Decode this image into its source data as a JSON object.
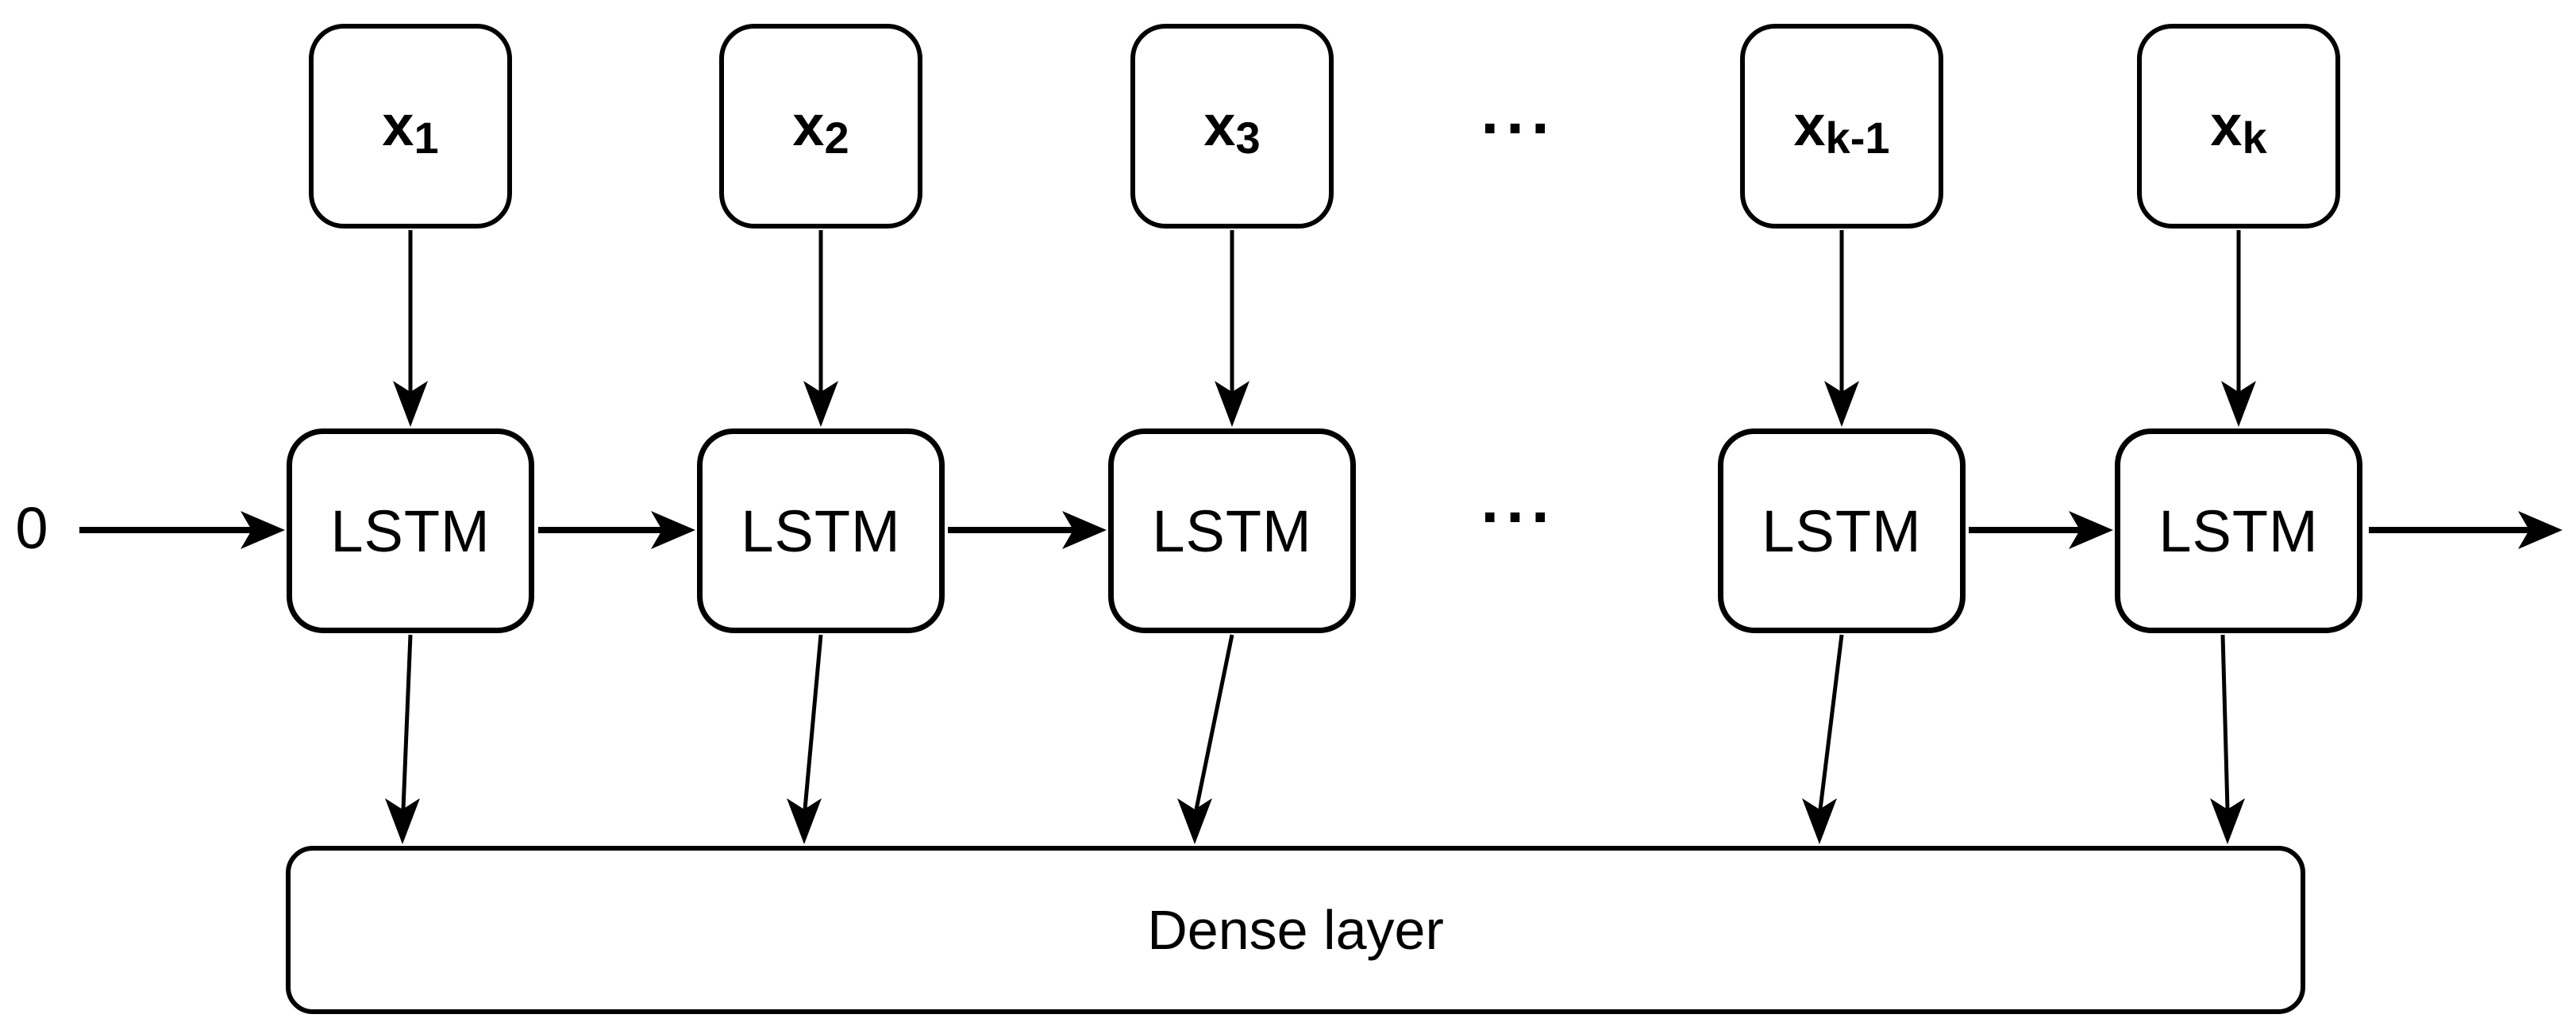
{
  "diagram": {
    "title_semantic": "LSTM sequence model with dense output layer",
    "colors": {
      "background": "#ffffff",
      "stroke": "#000000",
      "text": "#000000"
    },
    "initial_state_label": "0",
    "ellipsis_top": "...",
    "ellipsis_middle": "...",
    "inputs": [
      {
        "main": "x",
        "sub": "1"
      },
      {
        "main": "x",
        "sub": "2"
      },
      {
        "main": "x",
        "sub": "3"
      },
      {
        "main": "x",
        "sub": "k-1"
      },
      {
        "main": "x",
        "sub": "k"
      }
    ],
    "lstm_label": "LSTM",
    "dense_label": "Dense layer"
  }
}
